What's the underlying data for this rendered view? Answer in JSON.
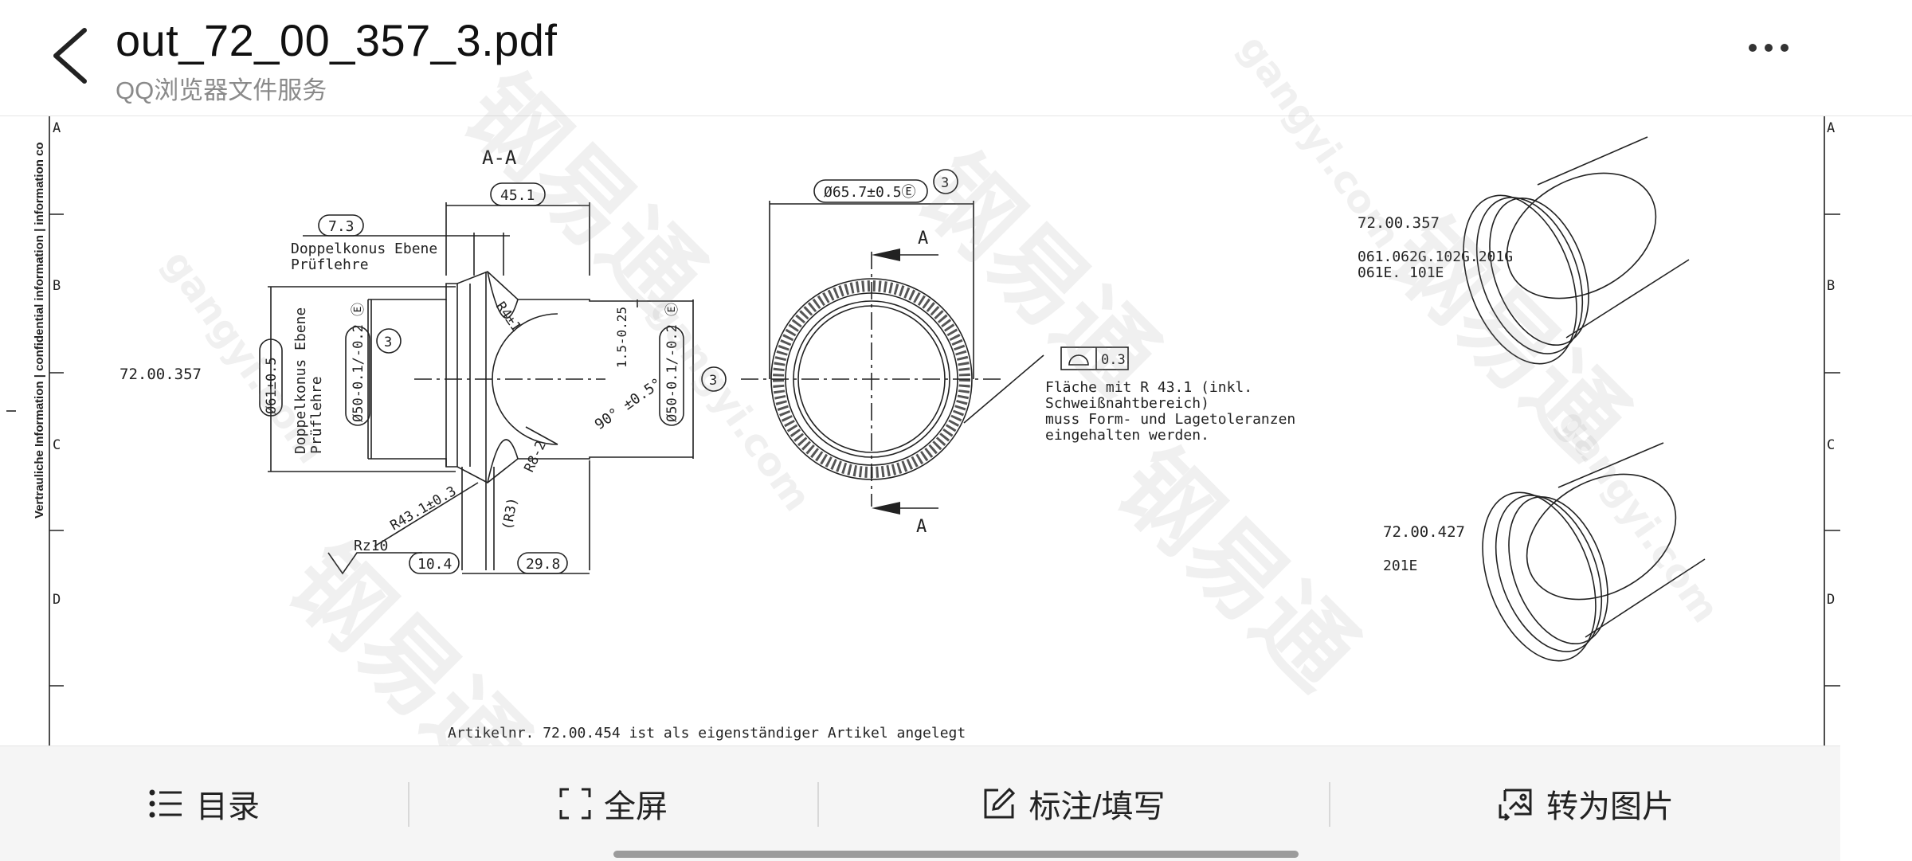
{
  "header": {
    "title": "out_72_00_357_3.pdf",
    "subtitle": "QQ浏览器文件服务"
  },
  "drawing": {
    "border_letters_left": [
      "A",
      "B",
      "C",
      "D"
    ],
    "border_letters_right": [
      "A",
      "B",
      "C",
      "D"
    ],
    "side_text": "Vertrauliche Information |   confidential information |   information co",
    "section_label": "A-A",
    "part_number_left": "72.00.357",
    "dimensions": {
      "width_top": "45.1",
      "offset": "7.3",
      "dia_61": "Ø61±0.5",
      "dia_50_left": "Ø50-0.1/-0.2 Ⓔ",
      "dia_50_right": "Ø50-0.1/-0.2 Ⓔ",
      "thickness": "1.5-0.25",
      "angle": "90° ±0.5°",
      "radius_4": "R4±1",
      "radius_8": "R8-2",
      "radius_431": "R43.1±0.3",
      "radius_3": "(R3)",
      "rz": "Rz10",
      "len_104": "10.4",
      "len_298": "29.8",
      "dia_657": "Ø65.7±0.5Ⓔ",
      "callout_3": "3"
    },
    "notes": {
      "doppelkonus_top_1": "Doppelkonus Ebene",
      "doppelkonus_top_2": "Prüflehre",
      "doppelkonus_side_1": "Doppelkonus Ebene",
      "doppelkonus_side_2": "Prüflehre",
      "section_mark": "A",
      "tolerance_value": "0.3",
      "surface_note_1": "Fläche mit R 43.1 (inkl.",
      "surface_note_2": "Schweißnahtbereich)",
      "surface_note_3": "muss Form- und Lagetoleranzen",
      "surface_note_4": "eingehalten werden.",
      "article_note": "Artikelnr. 72.00.454 ist als eigenständiger Artikel angelegt"
    },
    "right_views": {
      "part_a": "72.00.357",
      "part_a_variants_1": "061.062G.102G.201G",
      "part_a_variants_2": "061E. 101E",
      "part_b": "72.00.427",
      "part_b_variants": "201E"
    },
    "watermark_cn": "钢易通",
    "watermark_en": "gangyi.com"
  },
  "toolbar": {
    "catalog": "目录",
    "fullscreen": "全屏",
    "annotate": "标注/填写",
    "to_image": "转为图片"
  }
}
